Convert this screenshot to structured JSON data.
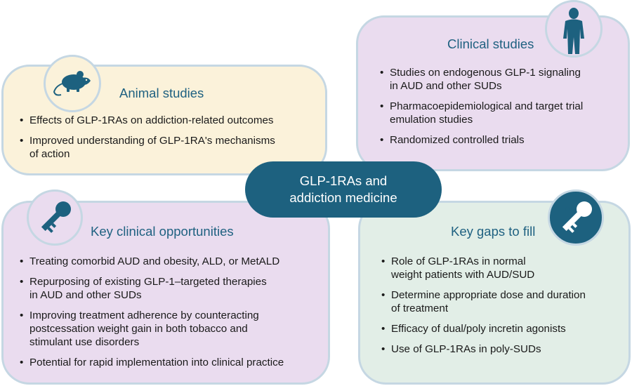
{
  "colors": {
    "title": "#1f6181",
    "panel_border": "#c5d7e3",
    "animal_bg": "#fbf2da",
    "clinical_bg": "#eadcef",
    "opportunities_bg": "#eadcef",
    "gaps_bg": "#e2eee7",
    "center_bg": "#1d617f",
    "icon_dark": "#1d617f"
  },
  "center": {
    "label": "GLP-1RAs and\naddiction medicine"
  },
  "animal": {
    "title": "Animal studies",
    "icon": "mouse-icon",
    "bullets": [
      "Effects of GLP-1RAs on addiction-related outcomes",
      "Improved understanding of GLP-1RA's mechanisms\nof action"
    ]
  },
  "clinical": {
    "title": "Clinical studies",
    "icon": "person-icon",
    "bullets": [
      "Studies on endogenous GLP-1 signaling\nin AUD and other SUDs",
      "Pharmacoepidemiological and target trial\nemulation studies",
      "Randomized controlled trials"
    ]
  },
  "opportunities": {
    "title": "Key clinical opportunities",
    "icon": "key-icon",
    "bullets": [
      "Treating comorbid AUD and obesity, ALD, or MetALD",
      "Repurposing of existing GLP-1–targeted therapies\nin AUD and other SUDs",
      "Improving treatment adherence by counteracting\npostcessation weight gain in both tobacco and\nstimulant use disorders",
      "Potential for rapid implementation into clinical practice"
    ]
  },
  "gaps": {
    "title": "Key gaps to fill",
    "icon": "key-icon",
    "bullets": [
      "Role of GLP-1RAs in normal\nweight patients with AUD/SUD",
      "Determine appropriate dose and duration\nof treatment",
      "Efficacy of dual/poly incretin agonists",
      "Use of GLP-1RAs in poly-SUDs"
    ]
  }
}
